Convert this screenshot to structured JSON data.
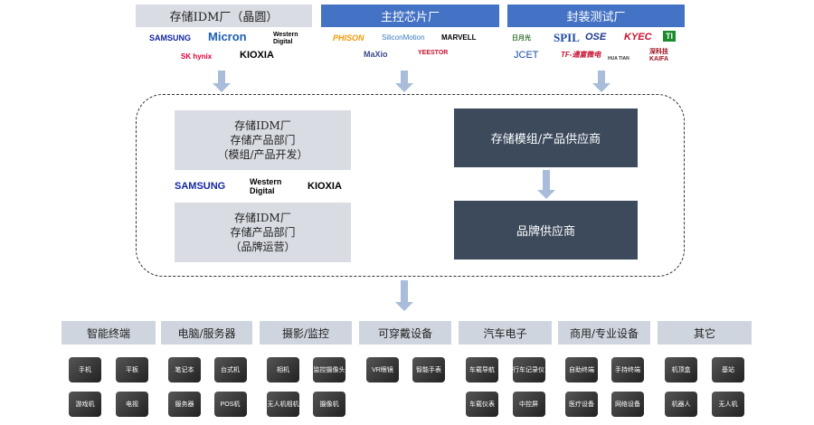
{
  "top": {
    "idm": {
      "title": "存储IDM厂（晶圆）",
      "logos": [
        "SAMSUNG",
        "Micron",
        "Western Digital",
        "SK hynix",
        "KIOXIA"
      ]
    },
    "controller": {
      "title": "主控芯片厂",
      "logos": [
        "PHISON",
        "SiliconMotion",
        "MARVELL",
        "MaXio",
        "YEESTOR"
      ]
    },
    "packaging": {
      "title": "封装测试厂",
      "logos": [
        "日月光",
        "SPIL",
        "OSE",
        "KYEC",
        "TI",
        "JCET",
        "TF-通富微电",
        "HUA TIAN",
        "深科技 KAIFA"
      ]
    }
  },
  "middle": {
    "left_box1": [
      "存储IDM厂",
      "存储产品部门",
      "（模组/产品开发）"
    ],
    "logos": [
      "SAMSUNG",
      "Western Digital",
      "KIOXIA"
    ],
    "left_box2": [
      "存储IDM厂",
      "存储产品部门",
      "（品牌运营）"
    ],
    "right_box1": "存储模组/产品供应商",
    "right_box2": "品牌供应商"
  },
  "categories": [
    {
      "label": "智能终端",
      "products": [
        "手机",
        "平板",
        "游戏机",
        "电视"
      ]
    },
    {
      "label": "电脑/服务器",
      "products": [
        "笔记本",
        "台式机",
        "服务器",
        "POS机"
      ]
    },
    {
      "label": "摄影/监控",
      "products": [
        "相机",
        "监控摄像头",
        "无人机相机",
        "摄像机"
      ]
    },
    {
      "label": "可穿戴设备",
      "products": [
        "VR眼镜",
        "智能手表"
      ]
    },
    {
      "label": "汽车电子",
      "products": [
        "车载导航",
        "行车记录仪",
        "车载仪表",
        "中控屏"
      ]
    },
    {
      "label": "商用/专业设备",
      "products": [
        "自助终端",
        "手持终端",
        "医疗设备",
        "网络设备"
      ]
    },
    {
      "label": "其它",
      "products": [
        "机顶盒",
        "基站",
        "机器人",
        "无人机"
      ]
    }
  ],
  "colors": {
    "blue": "#4472c4",
    "gray": "#d9dde3",
    "dark": "#3c4a5c",
    "arrow": "#a9bcd9"
  }
}
